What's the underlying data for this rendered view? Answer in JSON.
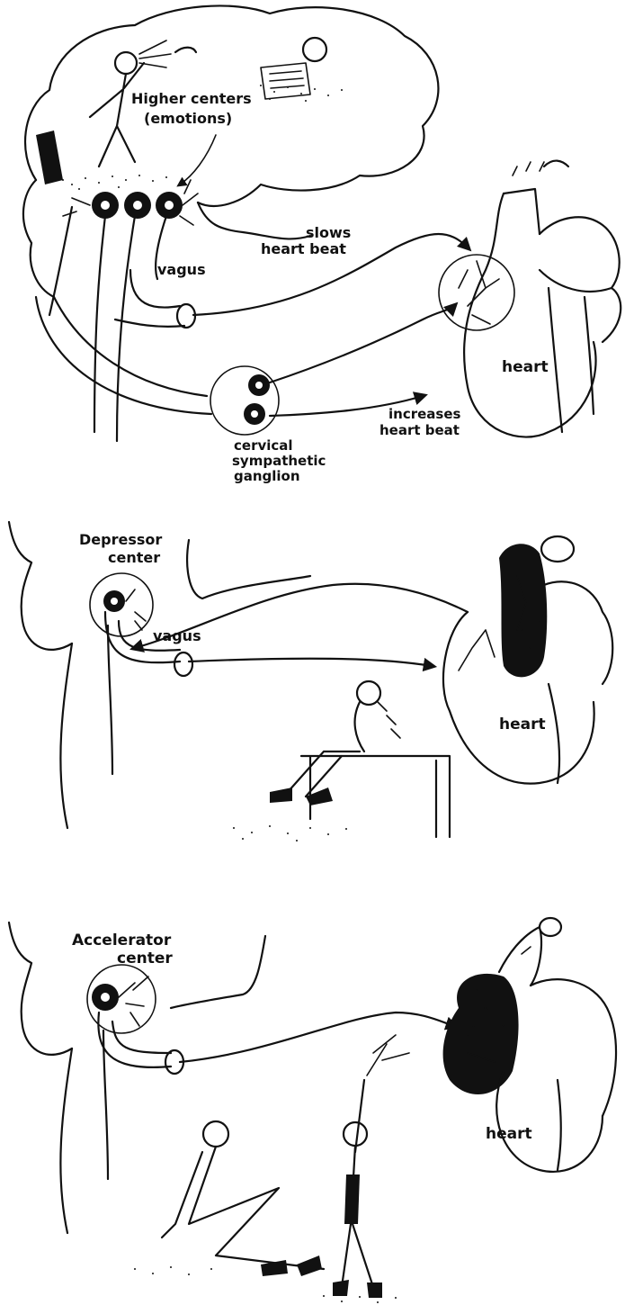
{
  "panel1": {
    "labels": {
      "higher_centers_1": "Higher centers",
      "higher_centers_2": "(emotions)",
      "slows_1": "slows",
      "slows_2": "heart beat",
      "vagus": "vagus",
      "heart": "heart",
      "increases_1": "increases",
      "increases_2": "heart beat",
      "ganglion_1": "cervical",
      "ganglion_2": "sympathetic",
      "ganglion_3": "ganglion"
    }
  },
  "panel2": {
    "labels": {
      "center_1": "Depressor",
      "center_2": "center",
      "vagus": "vagus",
      "heart": "heart"
    }
  },
  "panel3": {
    "labels": {
      "center_1": "Accelerator",
      "center_2": "center",
      "heart": "heart"
    }
  },
  "colors": {
    "ink": "#111111",
    "paper": "#ffffff"
  }
}
